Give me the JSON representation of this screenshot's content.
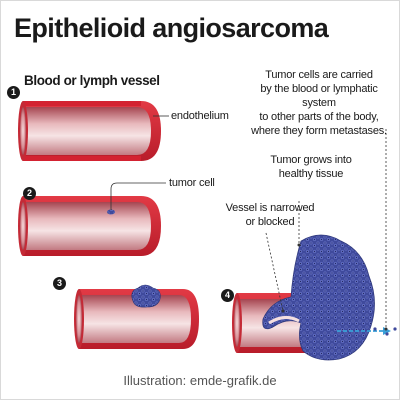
{
  "title": "Epithelioid angiosarcoma",
  "subtitle": "Blood or lymph vessel",
  "steps": [
    "1",
    "2",
    "3",
    "4"
  ],
  "labels": {
    "endothelium": "endothelium",
    "tumor_cell": "tumor cell",
    "metastasis": "Tumor cells are carried\nby the blood or lymphatic system\nto other parts of the body,\nwhere they form metastases.",
    "grows": "Tumor grows into\nhealthy tissue",
    "narrowed": "Vessel is narrowed\nor blocked"
  },
  "credit": "Illustration: emde-grafik.de",
  "colors": {
    "vessel_wall": "#d32231",
    "vessel_inner": "#a54550",
    "lumen_light": "#f4dfe0",
    "tumor": "#3f4a9c",
    "flow_arrow": "#3aa0d8"
  }
}
